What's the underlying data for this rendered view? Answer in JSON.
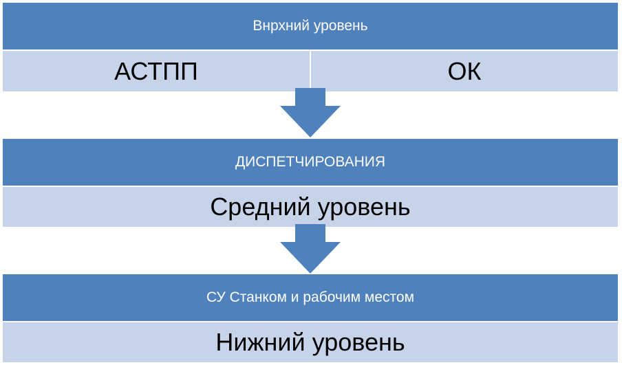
{
  "levels": [
    {
      "header": "Внрхний уровень",
      "cells": [
        "АСТПП",
        "ОК"
      ]
    },
    {
      "header": "ДИСПЕТЧИРОВАНИЯ",
      "cells": [
        "Средний уровень"
      ]
    },
    {
      "header": "СУ Станком и рабочим местом",
      "cells": [
        "Нижний уровень"
      ]
    }
  ],
  "colors": {
    "header_fill": "#4f81bd",
    "sub_fill": "#c7d3e8",
    "arrow_fill": "#4f81bd"
  }
}
